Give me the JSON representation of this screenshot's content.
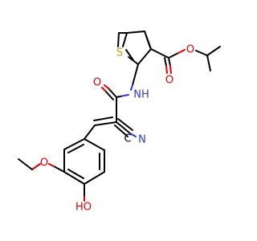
{
  "colors": {
    "bond": "#000000",
    "oxygen": "#e00000",
    "nitrogen": "#2b3bd4",
    "sulfur": "#b5a300",
    "background": "#ffffff"
  },
  "atoms": {
    "S": "S",
    "O_ester_carbonyl": "O",
    "O_ester": "O",
    "O_amide": "O",
    "NH": "NH",
    "N_nitrile": "N",
    "O_ethoxy": "O",
    "OH": "HO"
  }
}
